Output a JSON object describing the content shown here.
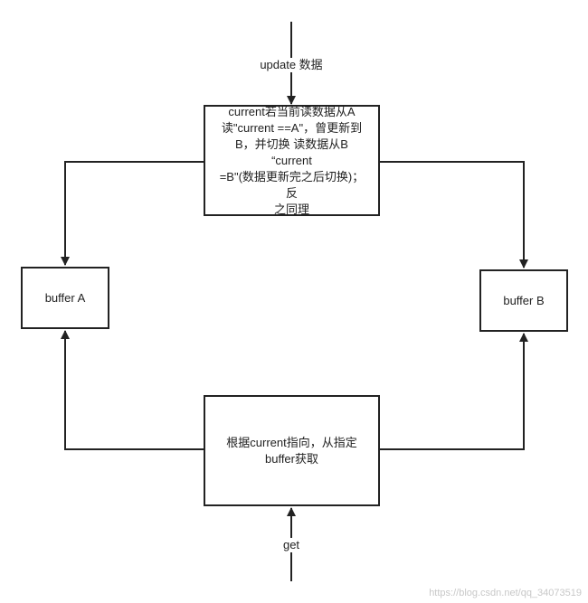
{
  "diagram": {
    "input_label": "update 数据",
    "output_label": "get",
    "top_box": {
      "lines": [
        "current若当前读数据从A",
        "读\"current ==A\"，曾更新到",
        "B，并切换 读数据从B “current",
        "=B\"(数据更新完之后切换)；反",
        "之同理"
      ]
    },
    "bottom_box": {
      "lines": [
        "根据current指向，从指定",
        "buffer获取"
      ]
    },
    "buffer_a_label": "buffer A",
    "buffer_b_label": "buffer B"
  },
  "colors": {
    "line": "#222222",
    "background": "#ffffff",
    "watermark": "#c8c8c8"
  },
  "watermark": "https://blog.csdn.net/qq_34073519"
}
